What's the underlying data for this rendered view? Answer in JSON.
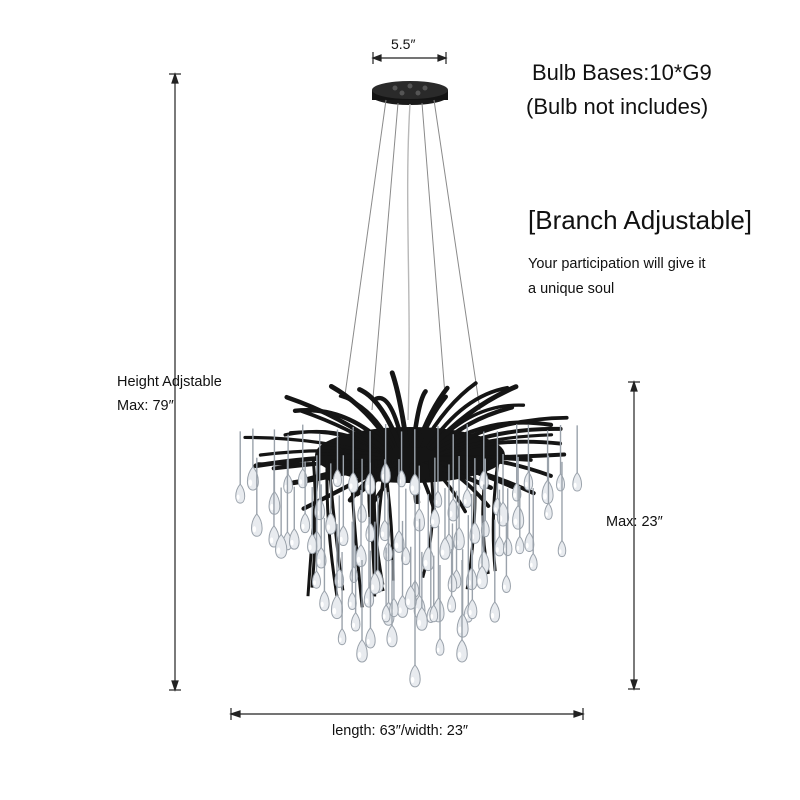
{
  "labels": {
    "canopy_width": "5.5″",
    "bulb_bases": "Bulb Bases:10*G9",
    "bulb_note": "(Bulb not includes)",
    "branch_title": "[Branch Adjustable]",
    "slogan_line1": "Your participation will give it",
    "slogan_line2": "a unique soul",
    "height_label": "Height Adjstable",
    "height_max": "Max: 79″",
    "drop_max": "Max: 23″",
    "size": "length: 63″/width: 23″"
  },
  "colors": {
    "metal": "#151515",
    "crystal_fill": "#e8ebef",
    "crystal_stroke": "#9aa2ab",
    "wire": "#8a8a8a",
    "dimension_line": "#222222"
  },
  "product": {
    "name": "crystal teardrop branch chandelier"
  }
}
